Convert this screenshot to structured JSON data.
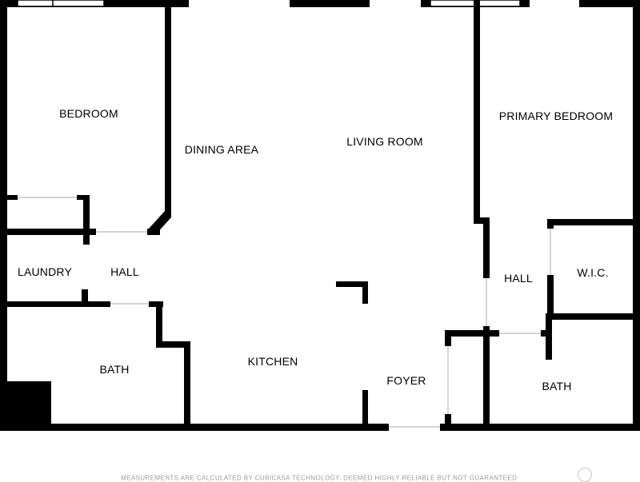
{
  "colors": {
    "wall": "#000000",
    "background": "#ffffff",
    "label": "#000000",
    "disclaimer": "#9a9a9a"
  },
  "rooms": {
    "bedroom": "BEDROOM",
    "dining_area": "DINING AREA",
    "living_room": "LIVING ROOM",
    "primary_bedroom": "PRIMARY BEDROOM",
    "laundry": "LAUNDRY",
    "hall_left": "HALL",
    "hall_right": "HALL",
    "wic": "W.I.C.",
    "bath_left": "BATH",
    "kitchen": "KITCHEN",
    "foyer": "FOYER",
    "bath_right": "BATH"
  },
  "footer": {
    "disclaimer": "MEASUREMENTS ARE CALCULATED BY CUBICASA TECHNOLOGY. DEEMED HIGHLY RELIABLE BUT NOT GUARANTEED."
  }
}
